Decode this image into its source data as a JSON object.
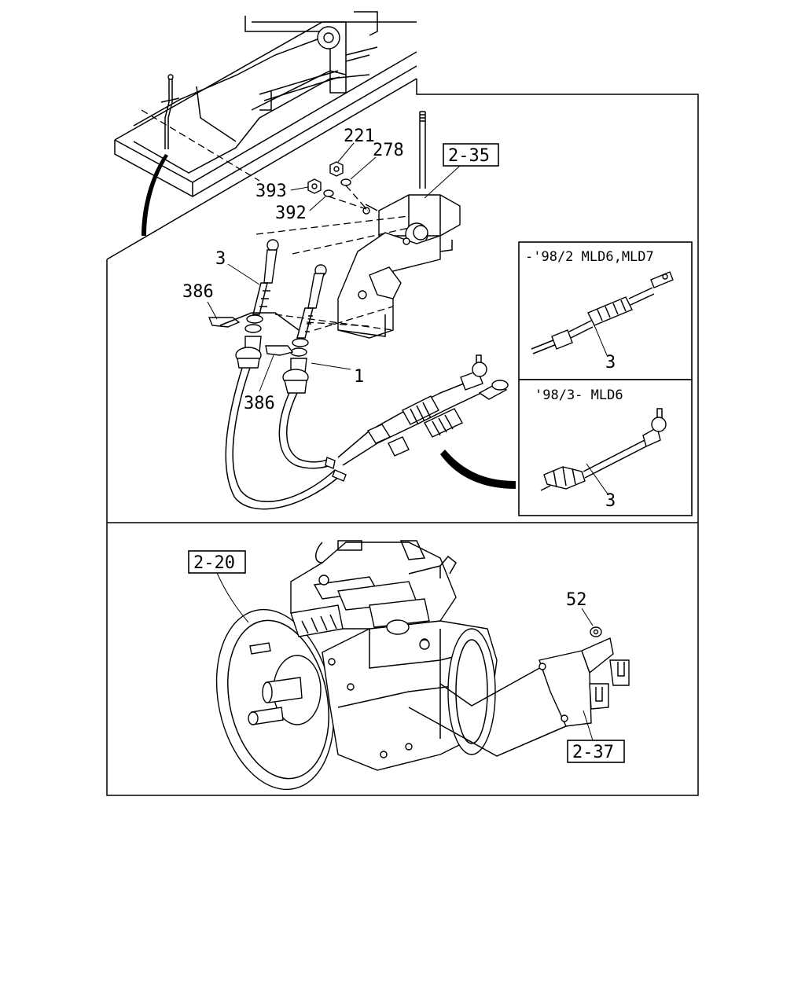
{
  "references": {
    "ref_2_35": "2-35",
    "ref_2_20": "2-20",
    "ref_2_37": "2-37"
  },
  "callouts": {
    "c221": "221",
    "c278": "278",
    "c393": "393",
    "c392": "392",
    "c3_main": "3",
    "c386_top": "386",
    "c386_bottom": "386",
    "c1": "1",
    "c52": "52"
  },
  "insets": {
    "upper": {
      "caption": "-'98/2 MLD6,MLD7",
      "callout": "3"
    },
    "lower": {
      "caption": "'98/3- MLD6",
      "callout": "3"
    }
  }
}
